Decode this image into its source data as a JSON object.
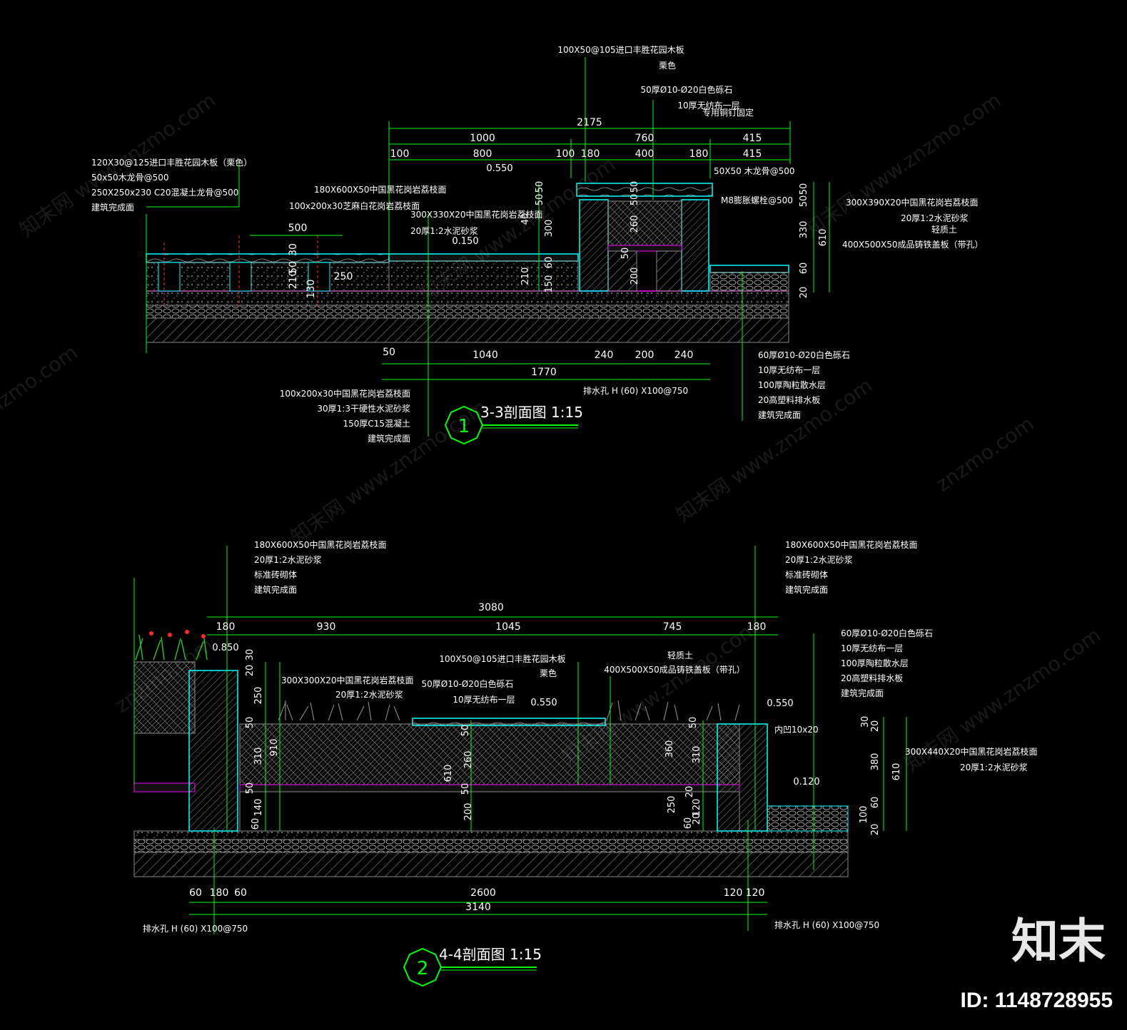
{
  "colors": {
    "bg": "#000000",
    "dim": "#00ff00",
    "cyan": "#00ffff",
    "white": "#ffffff",
    "magenta": "#ff00ff",
    "red": "#ff2a2a",
    "grey": "#8a8a8a"
  },
  "watermark": {
    "text": "知末网 www.znzmo.com",
    "short": "znzmo.com"
  },
  "brand": {
    "logo": "知末",
    "id": "ID: 1148728955"
  },
  "section1": {
    "title": "3-3剖面图 1:15",
    "number": "1",
    "top_labels": [
      "100X50@105进口丰胜花园木板",
      "栗色",
      "50厚Ø10-Ø20白色砾石",
      "10厚无纺布一层",
      "专用铜钉固定"
    ],
    "left_labels": [
      "120X30@125进口丰胜花园木板（栗色）",
      "50x50木龙骨@500",
      "250X250x230 C20混凝土龙骨@500",
      "建筑完成面"
    ],
    "mid_labels": [
      "180X600X50中国黑花岗岩荔枝面",
      "100x200x30芝麻白花岗岩荔枝面",
      "300X330X20中国黑花岗岩荔枝面",
      "20厚1:2水泥砂浆"
    ],
    "right_labels": [
      "50X50 木龙骨@500",
      "M8膨胀螺栓@500",
      "300X390X20中国黑花岗岩荔枝面",
      "20厚1:2水泥砂浆",
      "轻质土",
      "400X500X50成品铸铁盖板（带孔）"
    ],
    "bottom_left_labels": [
      "100x200x30中国黑花岗岩荔枝面",
      "30厚1:3干硬性水泥砂浆",
      "150厚C15混凝土",
      "建筑完成面"
    ],
    "bottom_right_labels": [
      "60厚Ø10-Ø20白色砾石",
      "10厚无纺布一层",
      "100厚陶粒散水层",
      "20高塑料排水板",
      "建筑完成面"
    ],
    "drain": "排水孔 H (60) X100@750",
    "levels": [
      "0.550",
      "0.150"
    ],
    "dims_top": [
      "2175",
      "1000",
      "760",
      "415",
      "100",
      "800",
      "100",
      "180",
      "400",
      "180",
      "415"
    ],
    "dims_left": [
      "500",
      "30",
      "50",
      "210",
      "130",
      "250"
    ],
    "dims_inner": [
      "50",
      "50",
      "300",
      "40",
      "60",
      "210",
      "150",
      "260",
      "50",
      "200",
      "50",
      "50"
    ],
    "dims_right": [
      "50",
      "50",
      "330",
      "610",
      "60",
      "20"
    ],
    "dims_bottom": [
      "50",
      "1040",
      "240",
      "200",
      "240",
      "1770"
    ]
  },
  "section2": {
    "title": "4-4剖面图 1:15",
    "number": "2",
    "left_labels": [
      "180X600X50中国黑花岗岩荔枝面",
      "20厚1:2水泥砂浆",
      "标准砖砌体",
      "建筑完成面"
    ],
    "right_top_labels": [
      "180X600X50中国黑花岗岩荔枝面",
      "20厚1:2水泥砂浆",
      "标准砖砌体",
      "建筑完成面"
    ],
    "right_gravel_labels": [
      "60厚Ø10-Ø20白色砾石",
      "10厚无纺布一层",
      "100厚陶粒散水层",
      "20高塑料排水板",
      "建筑完成面"
    ],
    "mid_labels": [
      "300X300X20中国黑花岗岩荔枝面",
      "20厚1:2水泥砂浆",
      "100X50@105进口丰胜花园木板",
      "栗色",
      "50厚Ø10-Ø20白色砾石",
      "10厚无纺布一层",
      "轻质土",
      "400X500X50成品铸铁盖板（带孔）"
    ],
    "right_mid_labels": [
      "内凹10x20",
      "300X440X20中国黑花岗岩荔枝面",
      "20厚1:2水泥砂浆"
    ],
    "drain_left": "排水孔 H (60) X100@750",
    "drain_right": "排水孔 H (60) X100@750",
    "levels": [
      "0.850",
      "0.550",
      "0.550",
      "0.120"
    ],
    "dims_top": [
      "3080",
      "180",
      "930",
      "1045",
      "745",
      "180"
    ],
    "dims_left": [
      "30",
      "20",
      "250",
      "50",
      "310",
      "910",
      "50",
      "140",
      "60"
    ],
    "dims_mid": [
      "50",
      "260",
      "610",
      "50",
      "200"
    ],
    "dims_midright": [
      "50",
      "360",
      "310",
      "20",
      "120",
      "250",
      "60",
      "20"
    ],
    "dims_right": [
      "30",
      "20",
      "380",
      "610",
      "60",
      "100",
      "20"
    ],
    "dims_bottom": [
      "60",
      "180",
      "60",
      "2600",
      "120",
      "120",
      "3140"
    ]
  }
}
